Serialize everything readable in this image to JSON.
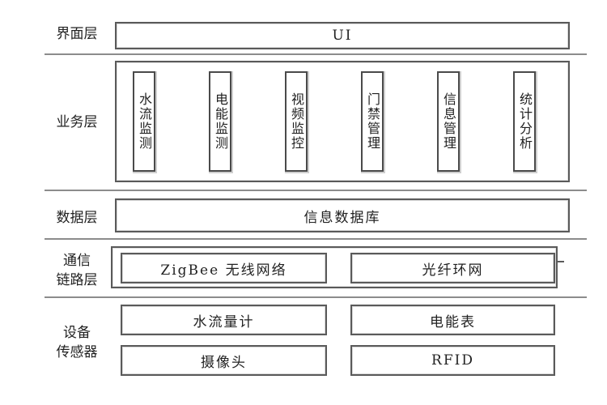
{
  "layers": {
    "ui": {
      "label": "界面层",
      "box": "UI"
    },
    "business": {
      "label": "业务层",
      "modules": [
        "水流监测",
        "电能监测",
        "视频监控",
        "门禁管理",
        "信息管理",
        "统计分析"
      ]
    },
    "data": {
      "label": "数据层",
      "box": "信息数据库"
    },
    "link": {
      "label": "通信\n链路层",
      "items": [
        "ZigBee 无线网络",
        "光纤环网"
      ]
    },
    "device": {
      "label": "设备\n传感器",
      "items": [
        "水流量计",
        "电能表",
        "摄像头",
        "RFID"
      ]
    }
  }
}
